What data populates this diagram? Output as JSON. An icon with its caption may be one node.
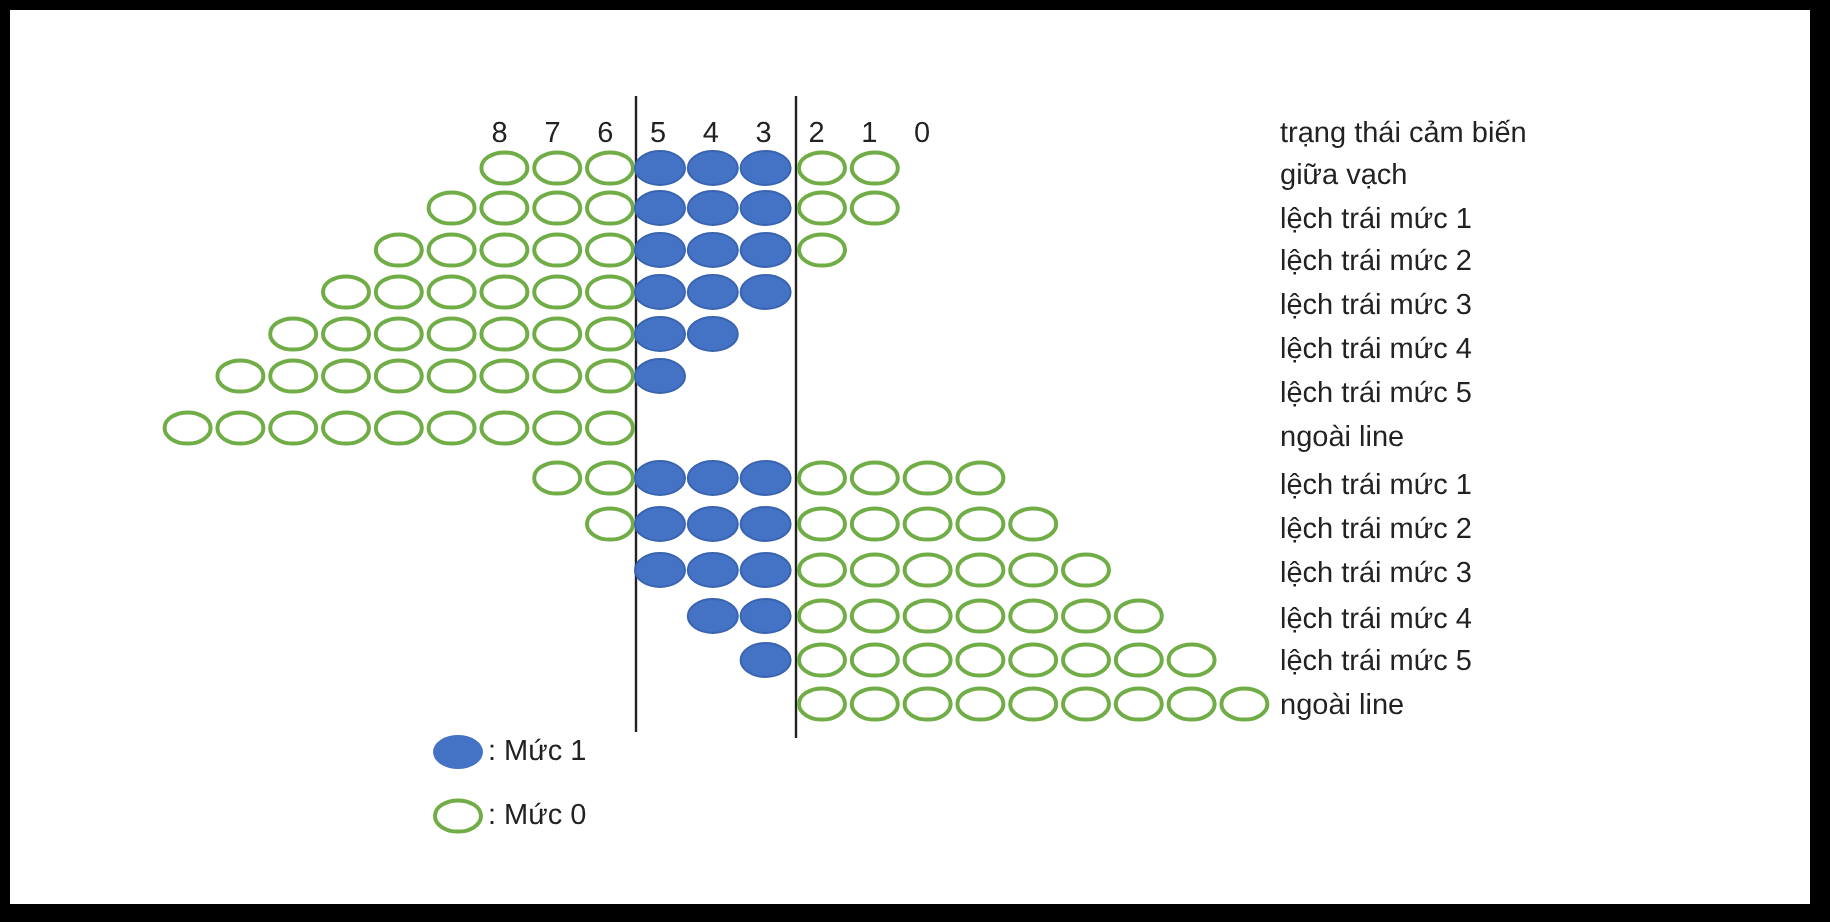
{
  "diagram": {
    "labels": [
      "8",
      "7",
      "6",
      "5",
      "4",
      "3",
      "2",
      "1",
      "0",
      "trạng thái cảm biến",
      "giữa vạch",
      "lệch trái mức 1",
      "lệch trái mức 2",
      "lệch trái mức 3",
      "lệch trái mức 4",
      "lệch trái mức 5",
      "ngoài line",
      "lệch trái mức 1",
      "lệch trái mức 2",
      "lệch trái mức 3",
      "lệch trái mức 4",
      "lệch trái mức 5",
      "ngoài line"
    ],
    "legend": [
      {
        "text": ": Mức 1",
        "color": "#4472c4"
      },
      {
        "text": ": Mức 0"
      }
    ]
  }
}
